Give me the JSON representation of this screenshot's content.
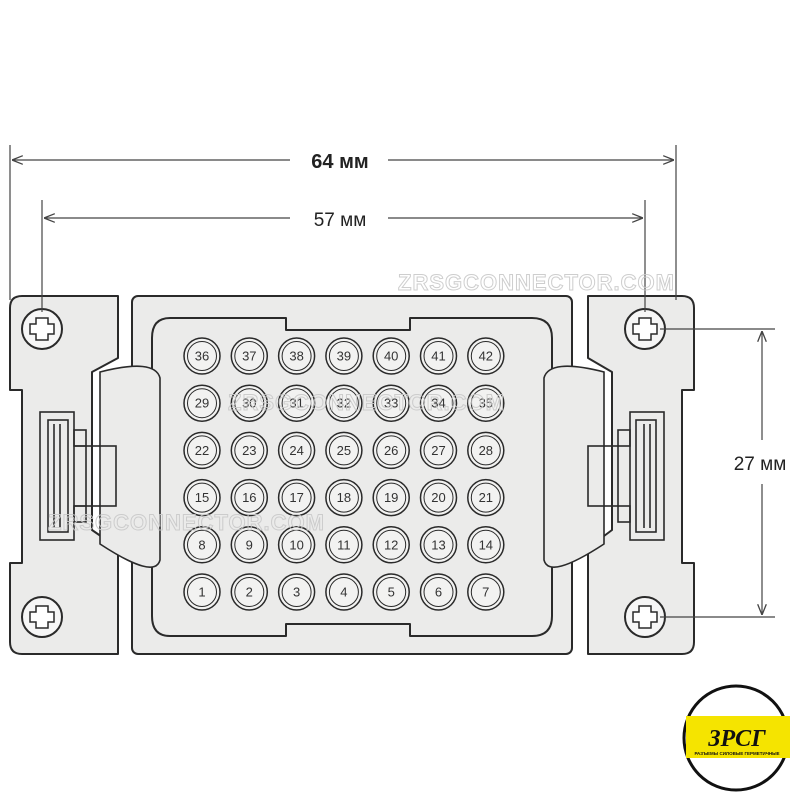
{
  "dimensions": {
    "overall_width": "64 мм",
    "pin_span": "57 мм",
    "height": "27 мм"
  },
  "watermarks": [
    "ZRSGCONNECTOR.COM",
    "ZRSGCONNECTOR.COM",
    "ZRSGCONNECTOR.COM"
  ],
  "pins": {
    "rows": [
      [
        "36",
        "37",
        "38",
        "39",
        "40",
        "41",
        "42"
      ],
      [
        "29",
        "30",
        "31",
        "32",
        "33",
        "34",
        "35"
      ],
      [
        "22",
        "23",
        "24",
        "25",
        "26",
        "27",
        "28"
      ],
      [
        "15",
        "16",
        "17",
        "18",
        "19",
        "20",
        "21"
      ],
      [
        "8",
        "9",
        "10",
        "11",
        "12",
        "13",
        "14"
      ],
      [
        "1",
        "2",
        "3",
        "4",
        "5",
        "6",
        "7"
      ]
    ]
  },
  "logo": {
    "mark": "ЗРСГ",
    "tagline": "РАЗЪЕМЫ СИЛОВЫЕ ГЕРМЕТИЧНЫЕ"
  },
  "colors": {
    "housing_fill": "#ebebea",
    "outline": "#2a2a2a",
    "logo_yellow": "#f5e400"
  }
}
